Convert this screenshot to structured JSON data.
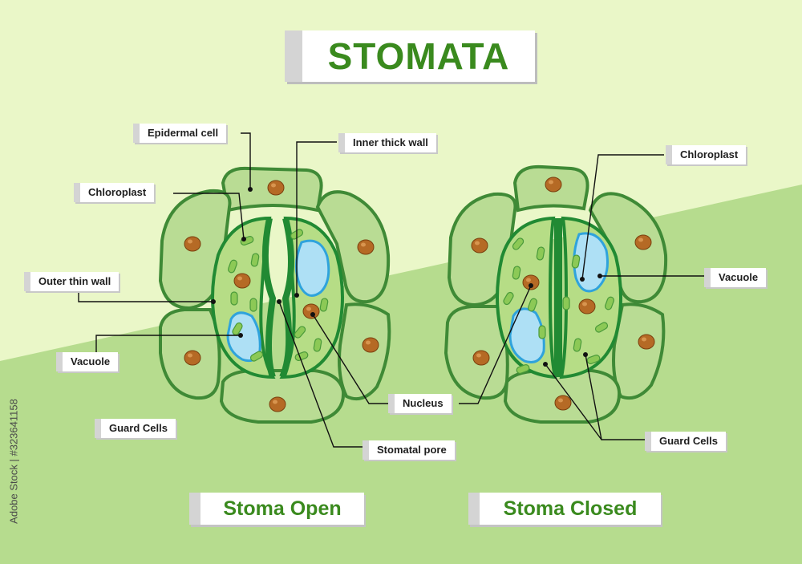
{
  "title": "STOMATA",
  "labels": {
    "epidermal_cell": "Epidermal cell",
    "inner_thick_wall": "Inner thick wall",
    "chloroplast_left": "Chloroplast",
    "outer_thin_wall": "Outer thin wall",
    "vacuole_left": "Vacuole",
    "guard_cells_left": "Guard Cells",
    "nucleus": "Nucleus",
    "stomatal_pore": "Stomatal pore",
    "chloroplast_right": "Chloroplast",
    "vacuole_right": "Vacuole",
    "guard_cells_right": "Guard Cells"
  },
  "captions": {
    "open": "Stoma Open",
    "closed": "Stoma Closed"
  },
  "watermark": "Adobe Stock | #323641158",
  "colors": {
    "background_light": "#eaf7c8",
    "background_dark": "#b6dc8e",
    "cell_fill": "#b9dc94",
    "cell_stroke": "#3f8a36",
    "guard_cell_fill": "#b6dd86",
    "guard_cell_stroke": "#218a33",
    "nucleus": "#b56a25",
    "vacuole": "#aee0f5",
    "vacuole_stroke": "#2fa3dc",
    "chloroplast": "#8cc956",
    "title_green": "#3a8a1e"
  }
}
